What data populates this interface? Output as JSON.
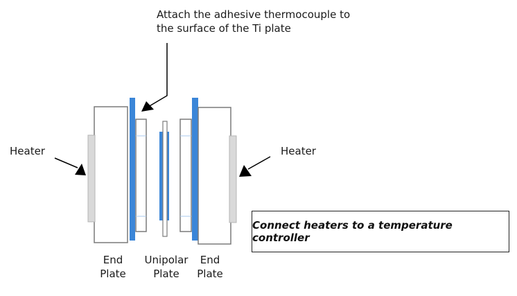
{
  "annotations": {
    "thermocouple": {
      "line1": "Attach the adhesive thermocouple to",
      "line2": "the surface of the Ti plate"
    },
    "heater_left": "Heater",
    "heater_right": "Heater",
    "controller_note": "Connect heaters to a temperature controller"
  },
  "plate_labels": {
    "end_plate_left": {
      "line1": "End",
      "line2": "Plate"
    },
    "unipolar_plate": {
      "line1": "Unipolar",
      "line2": "Plate"
    },
    "end_plate_right": {
      "line1": "End",
      "line2": "Plate"
    }
  },
  "colors": {
    "ti_plate_blue": "#3b86d8",
    "heater_gray": "#d9d9d9",
    "outline_gray": "#7a7a7a",
    "arrow_black": "#000000"
  }
}
